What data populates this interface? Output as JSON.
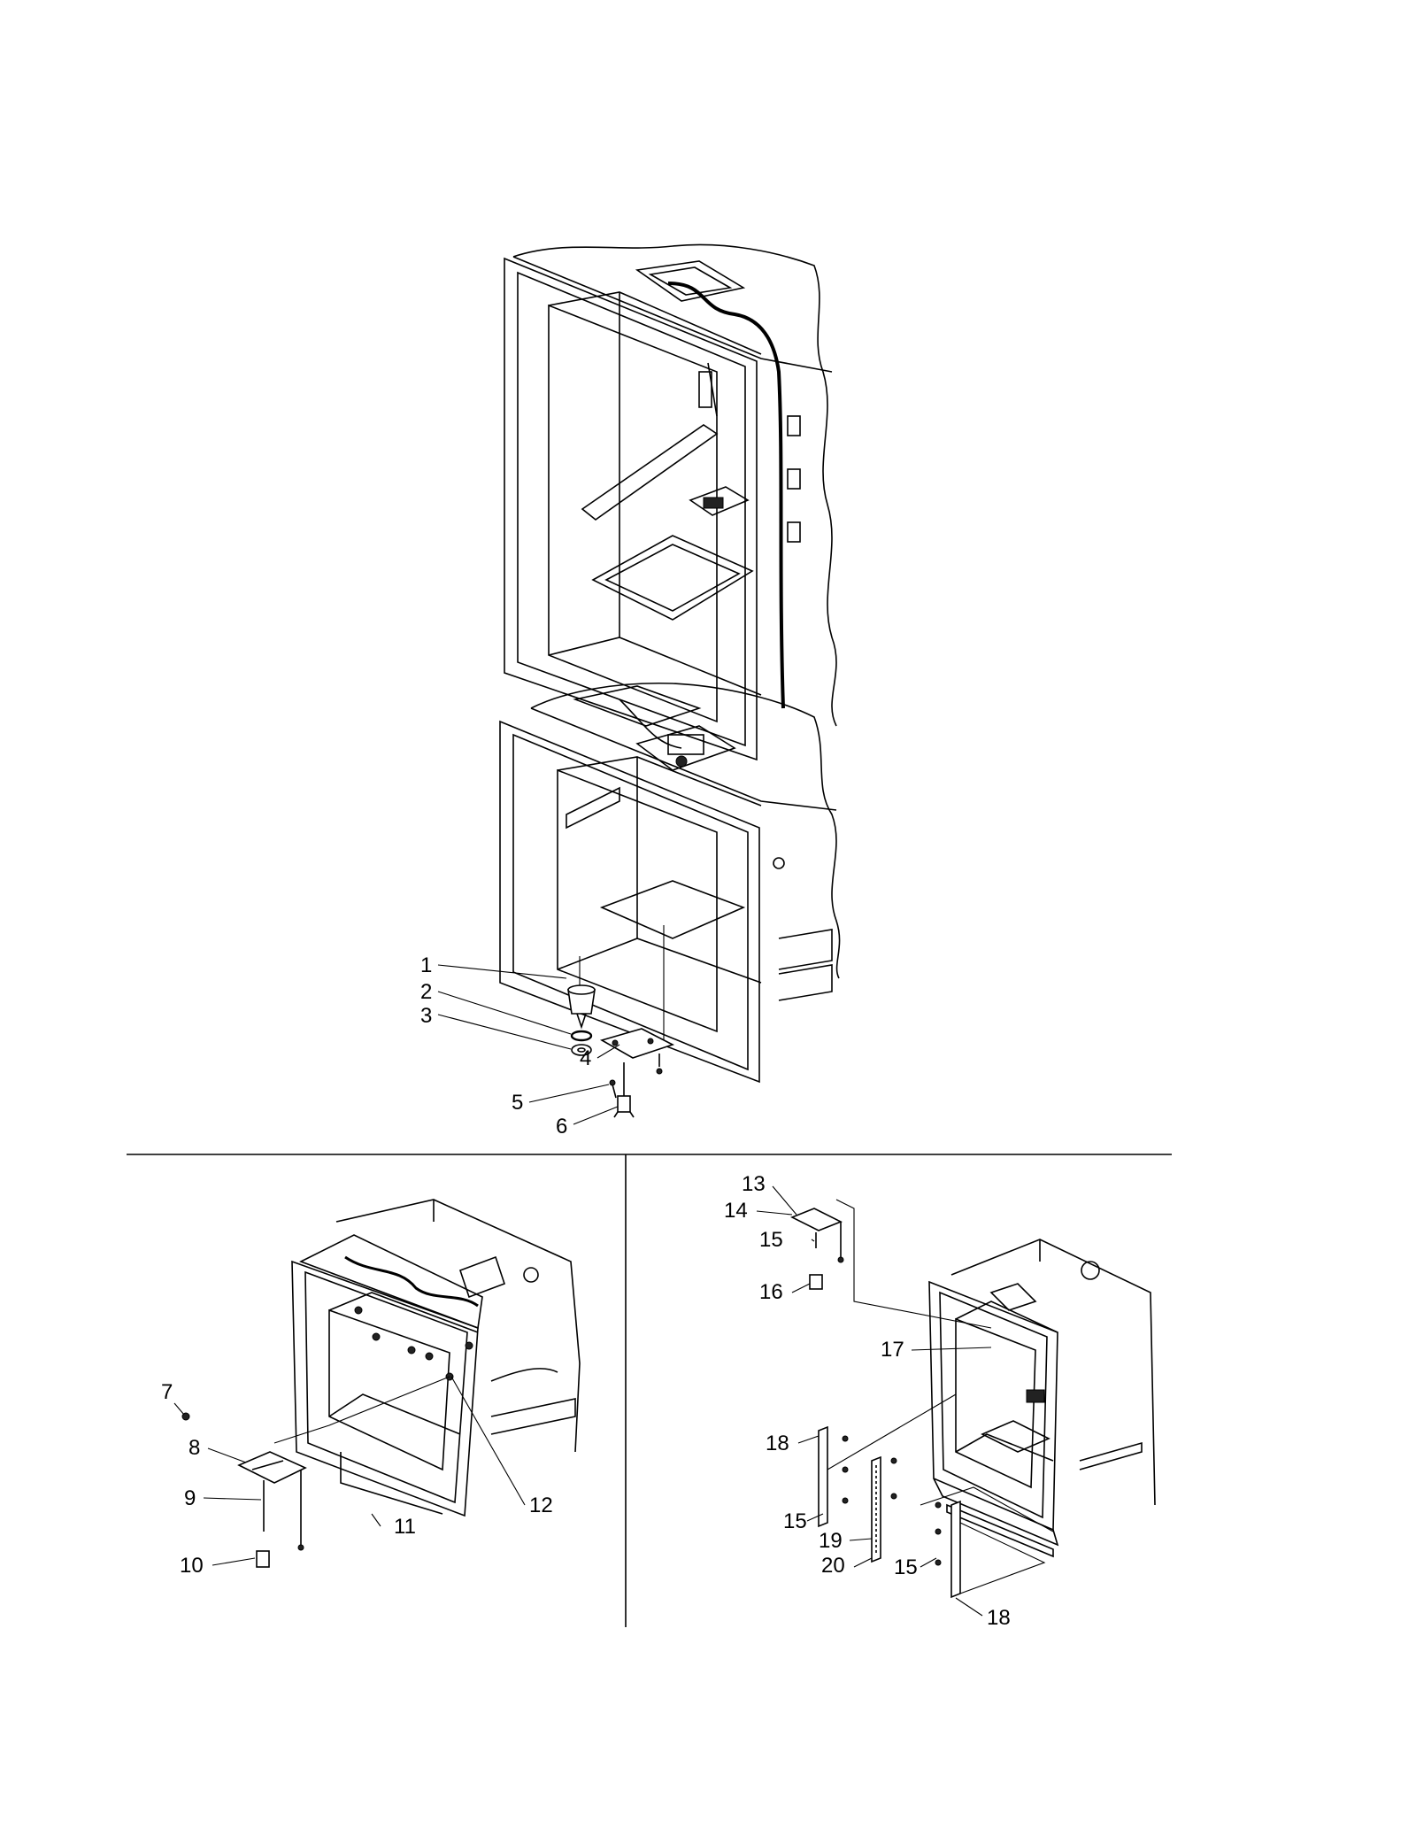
{
  "diagram": {
    "callouts": [
      {
        "id": "1",
        "label": "1"
      },
      {
        "id": "2",
        "label": "2"
      },
      {
        "id": "3",
        "label": "3"
      },
      {
        "id": "4",
        "label": "4"
      },
      {
        "id": "5",
        "label": "5"
      },
      {
        "id": "6",
        "label": "6"
      },
      {
        "id": "7",
        "label": "7"
      },
      {
        "id": "8",
        "label": "8"
      },
      {
        "id": "9",
        "label": "9"
      },
      {
        "id": "10",
        "label": "10"
      },
      {
        "id": "11",
        "label": "11"
      },
      {
        "id": "12",
        "label": "12"
      },
      {
        "id": "13",
        "label": "13"
      },
      {
        "id": "14",
        "label": "14"
      },
      {
        "id": "15a",
        "label": "15"
      },
      {
        "id": "16",
        "label": "16"
      },
      {
        "id": "17",
        "label": "17"
      },
      {
        "id": "18a",
        "label": "18"
      },
      {
        "id": "15b",
        "label": "15"
      },
      {
        "id": "19",
        "label": "19"
      },
      {
        "id": "20",
        "label": "20"
      },
      {
        "id": "15c",
        "label": "15"
      },
      {
        "id": "18b",
        "label": "18"
      }
    ]
  }
}
